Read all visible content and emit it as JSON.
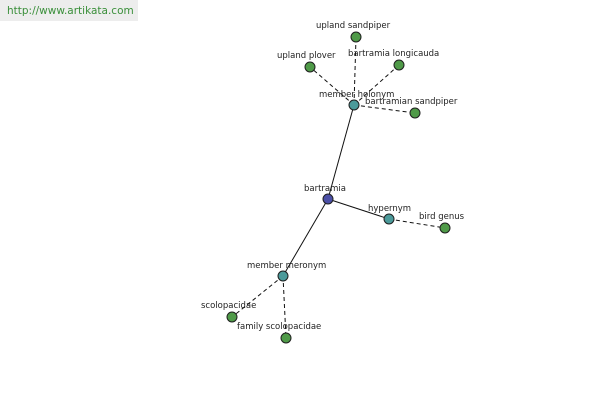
{
  "banner": {
    "url": "http://www.artikata.com"
  },
  "colors": {
    "center": "#4b4fa6",
    "relation": "#4b9a9a",
    "term": "#4f9a48"
  },
  "graph": {
    "center": {
      "label": "bartramia"
    },
    "relations": {
      "holonym": {
        "label": "member holonym"
      },
      "hypernym": {
        "label": "hypernym"
      },
      "meronym": {
        "label": "member meronym"
      }
    },
    "terms": {
      "upland_sandpiper": {
        "label": "upland sandpiper"
      },
      "upland_plover": {
        "label": "upland plover"
      },
      "bartramia_longicauda": {
        "label": "bartramia longicauda"
      },
      "bartramian_sandpiper": {
        "label": "bartramian sandpiper"
      },
      "bird_genus": {
        "label": "bird genus"
      },
      "scolopacidae": {
        "label": "scolopacidae"
      },
      "family_scolopacidae": {
        "label": "family scolopacidae"
      }
    }
  }
}
